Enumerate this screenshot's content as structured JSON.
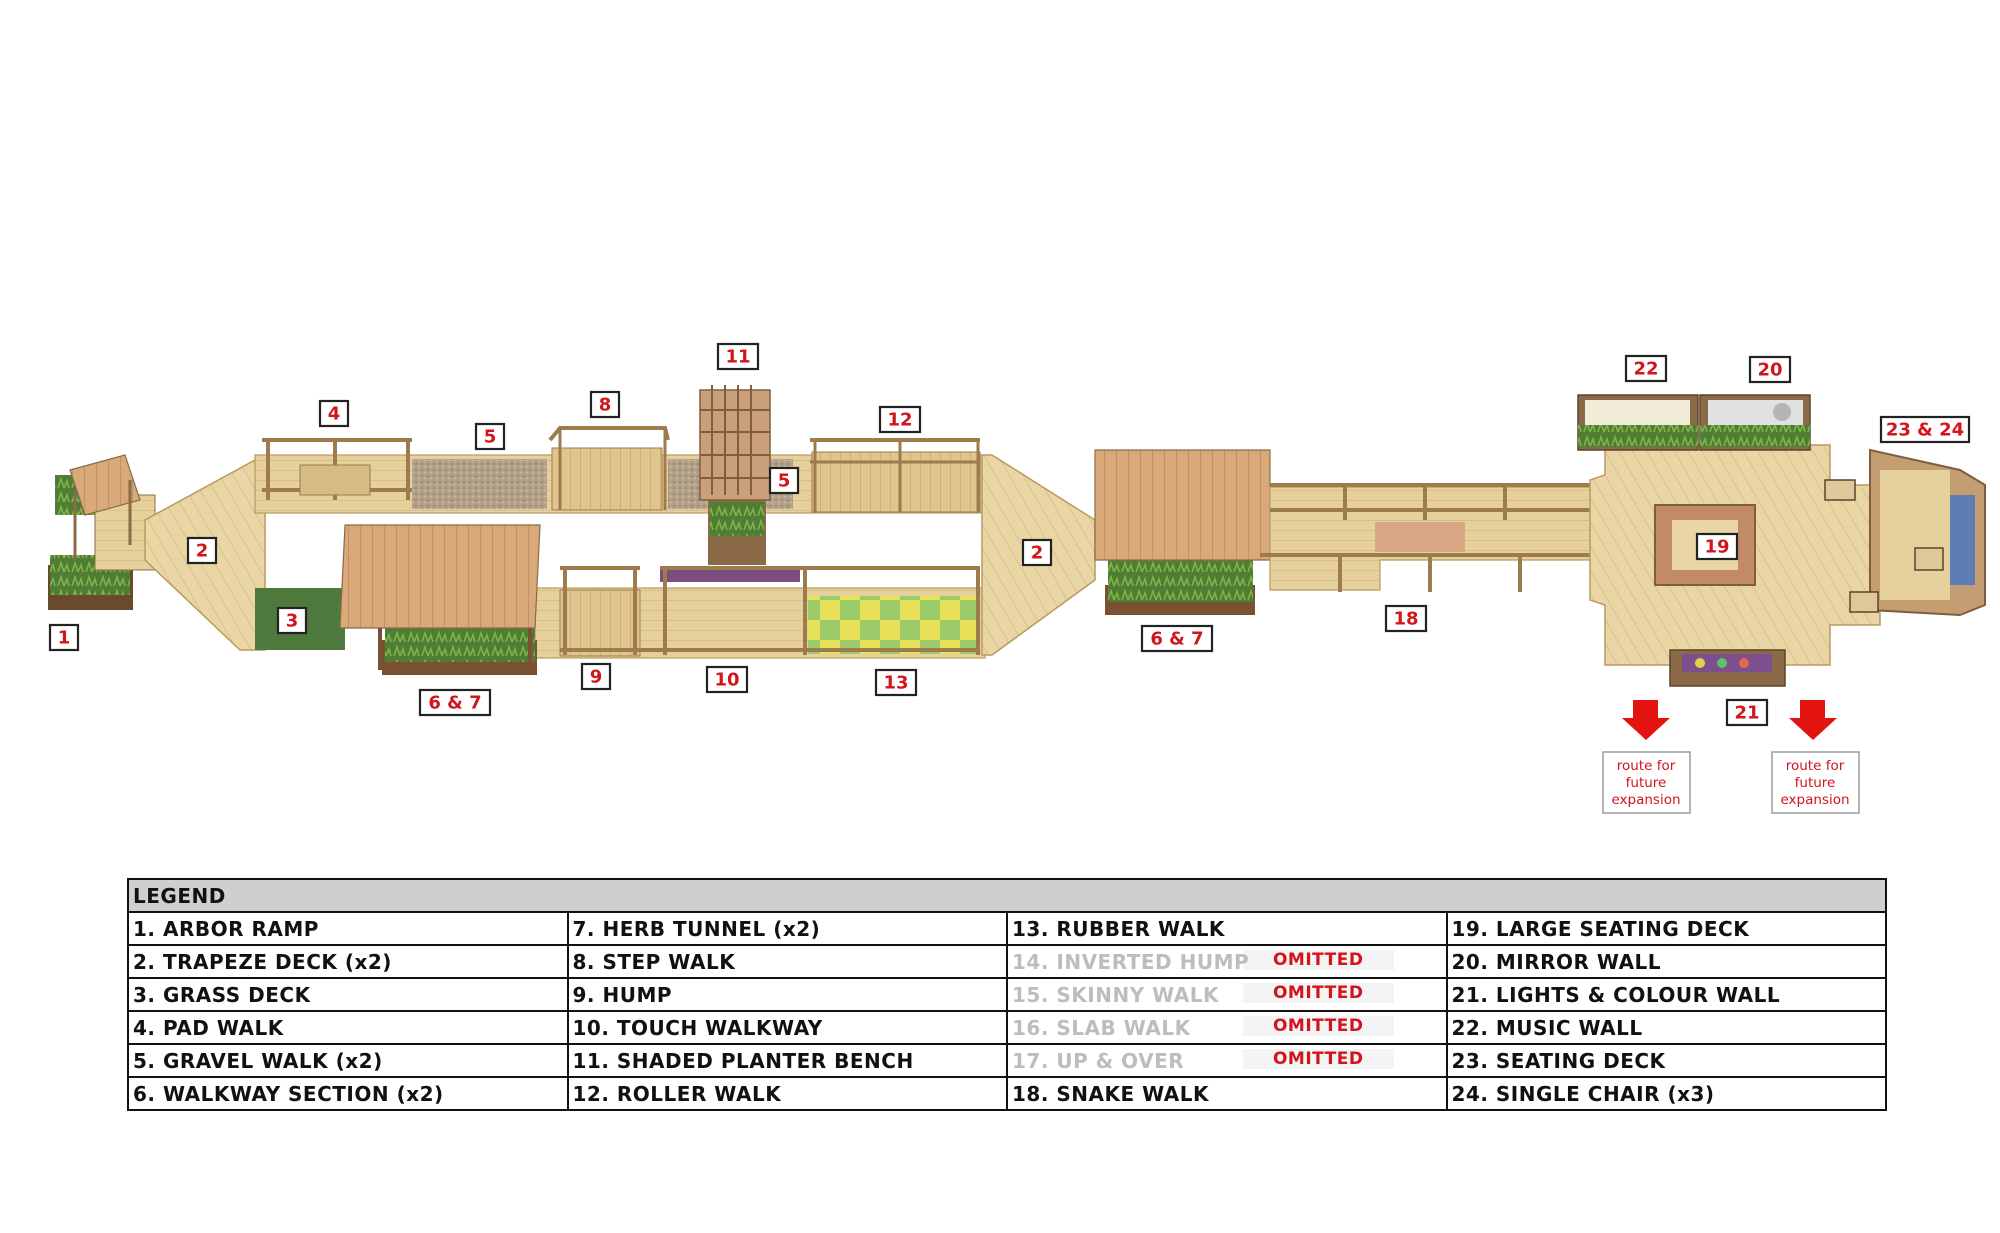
{
  "diagram": {
    "labels": [
      {
        "id": "l1",
        "text": "1"
      },
      {
        "id": "l2a",
        "text": "2"
      },
      {
        "id": "l2b",
        "text": "2"
      },
      {
        "id": "l3",
        "text": "3"
      },
      {
        "id": "l4",
        "text": "4"
      },
      {
        "id": "l5a",
        "text": "5"
      },
      {
        "id": "l5b",
        "text": "5"
      },
      {
        "id": "l67a",
        "text": "6 & 7"
      },
      {
        "id": "l67b",
        "text": "6 & 7"
      },
      {
        "id": "l8",
        "text": "8"
      },
      {
        "id": "l9",
        "text": "9"
      },
      {
        "id": "l10",
        "text": "10"
      },
      {
        "id": "l11",
        "text": "11"
      },
      {
        "id": "l12",
        "text": "12"
      },
      {
        "id": "l13",
        "text": "13"
      },
      {
        "id": "l18",
        "text": "18"
      },
      {
        "id": "l19",
        "text": "19"
      },
      {
        "id": "l20",
        "text": "20"
      },
      {
        "id": "l21",
        "text": "21"
      },
      {
        "id": "l22",
        "text": "22"
      },
      {
        "id": "l2324",
        "text": "23 & 24"
      }
    ],
    "expansion_notes": [
      {
        "lines": [
          "route for",
          "future",
          "expansion"
        ]
      },
      {
        "lines": [
          "route for",
          "future",
          "expansion"
        ]
      }
    ],
    "colors": {
      "deck": "#e9d6a4",
      "deck_line": "#c9b079",
      "planter_green": "#5c8a3a",
      "gravel": "#b3a18a",
      "grass": "#4f7a3e",
      "label_red": "#d2141c",
      "arrow_red": "#e3140f"
    }
  },
  "legend": {
    "header": "LEGEND",
    "rows": [
      [
        "1. ARBOR RAMP",
        "7. HERB TUNNEL (x2)",
        "13. RUBBER WALK",
        "19. LARGE SEATING DECK"
      ],
      [
        "2. TRAPEZE DECK (x2)",
        "8. STEP WALK",
        "14. INVERTED HUMP",
        "20. MIRROR WALL"
      ],
      [
        "3. GRASS DECK",
        "9. HUMP",
        "15. SKINNY WALK",
        "21. LIGHTS & COLOUR WALL"
      ],
      [
        "4. PAD WALK",
        "10. TOUCH WALKWAY",
        "16. SLAB WALK",
        "22. MUSIC WALL"
      ],
      [
        "5. GRAVEL WALK (x2)",
        "11. SHADED PLANTER BENCH",
        "17. UP & OVER",
        "23. SEATING DECK"
      ],
      [
        "6. WALKWAY SECTION (x2)",
        "12. ROLLER WALK",
        "18. SNAKE WALK",
        "24. SINGLE CHAIR (x3)"
      ]
    ],
    "omitted_tag": "OMITTED"
  }
}
